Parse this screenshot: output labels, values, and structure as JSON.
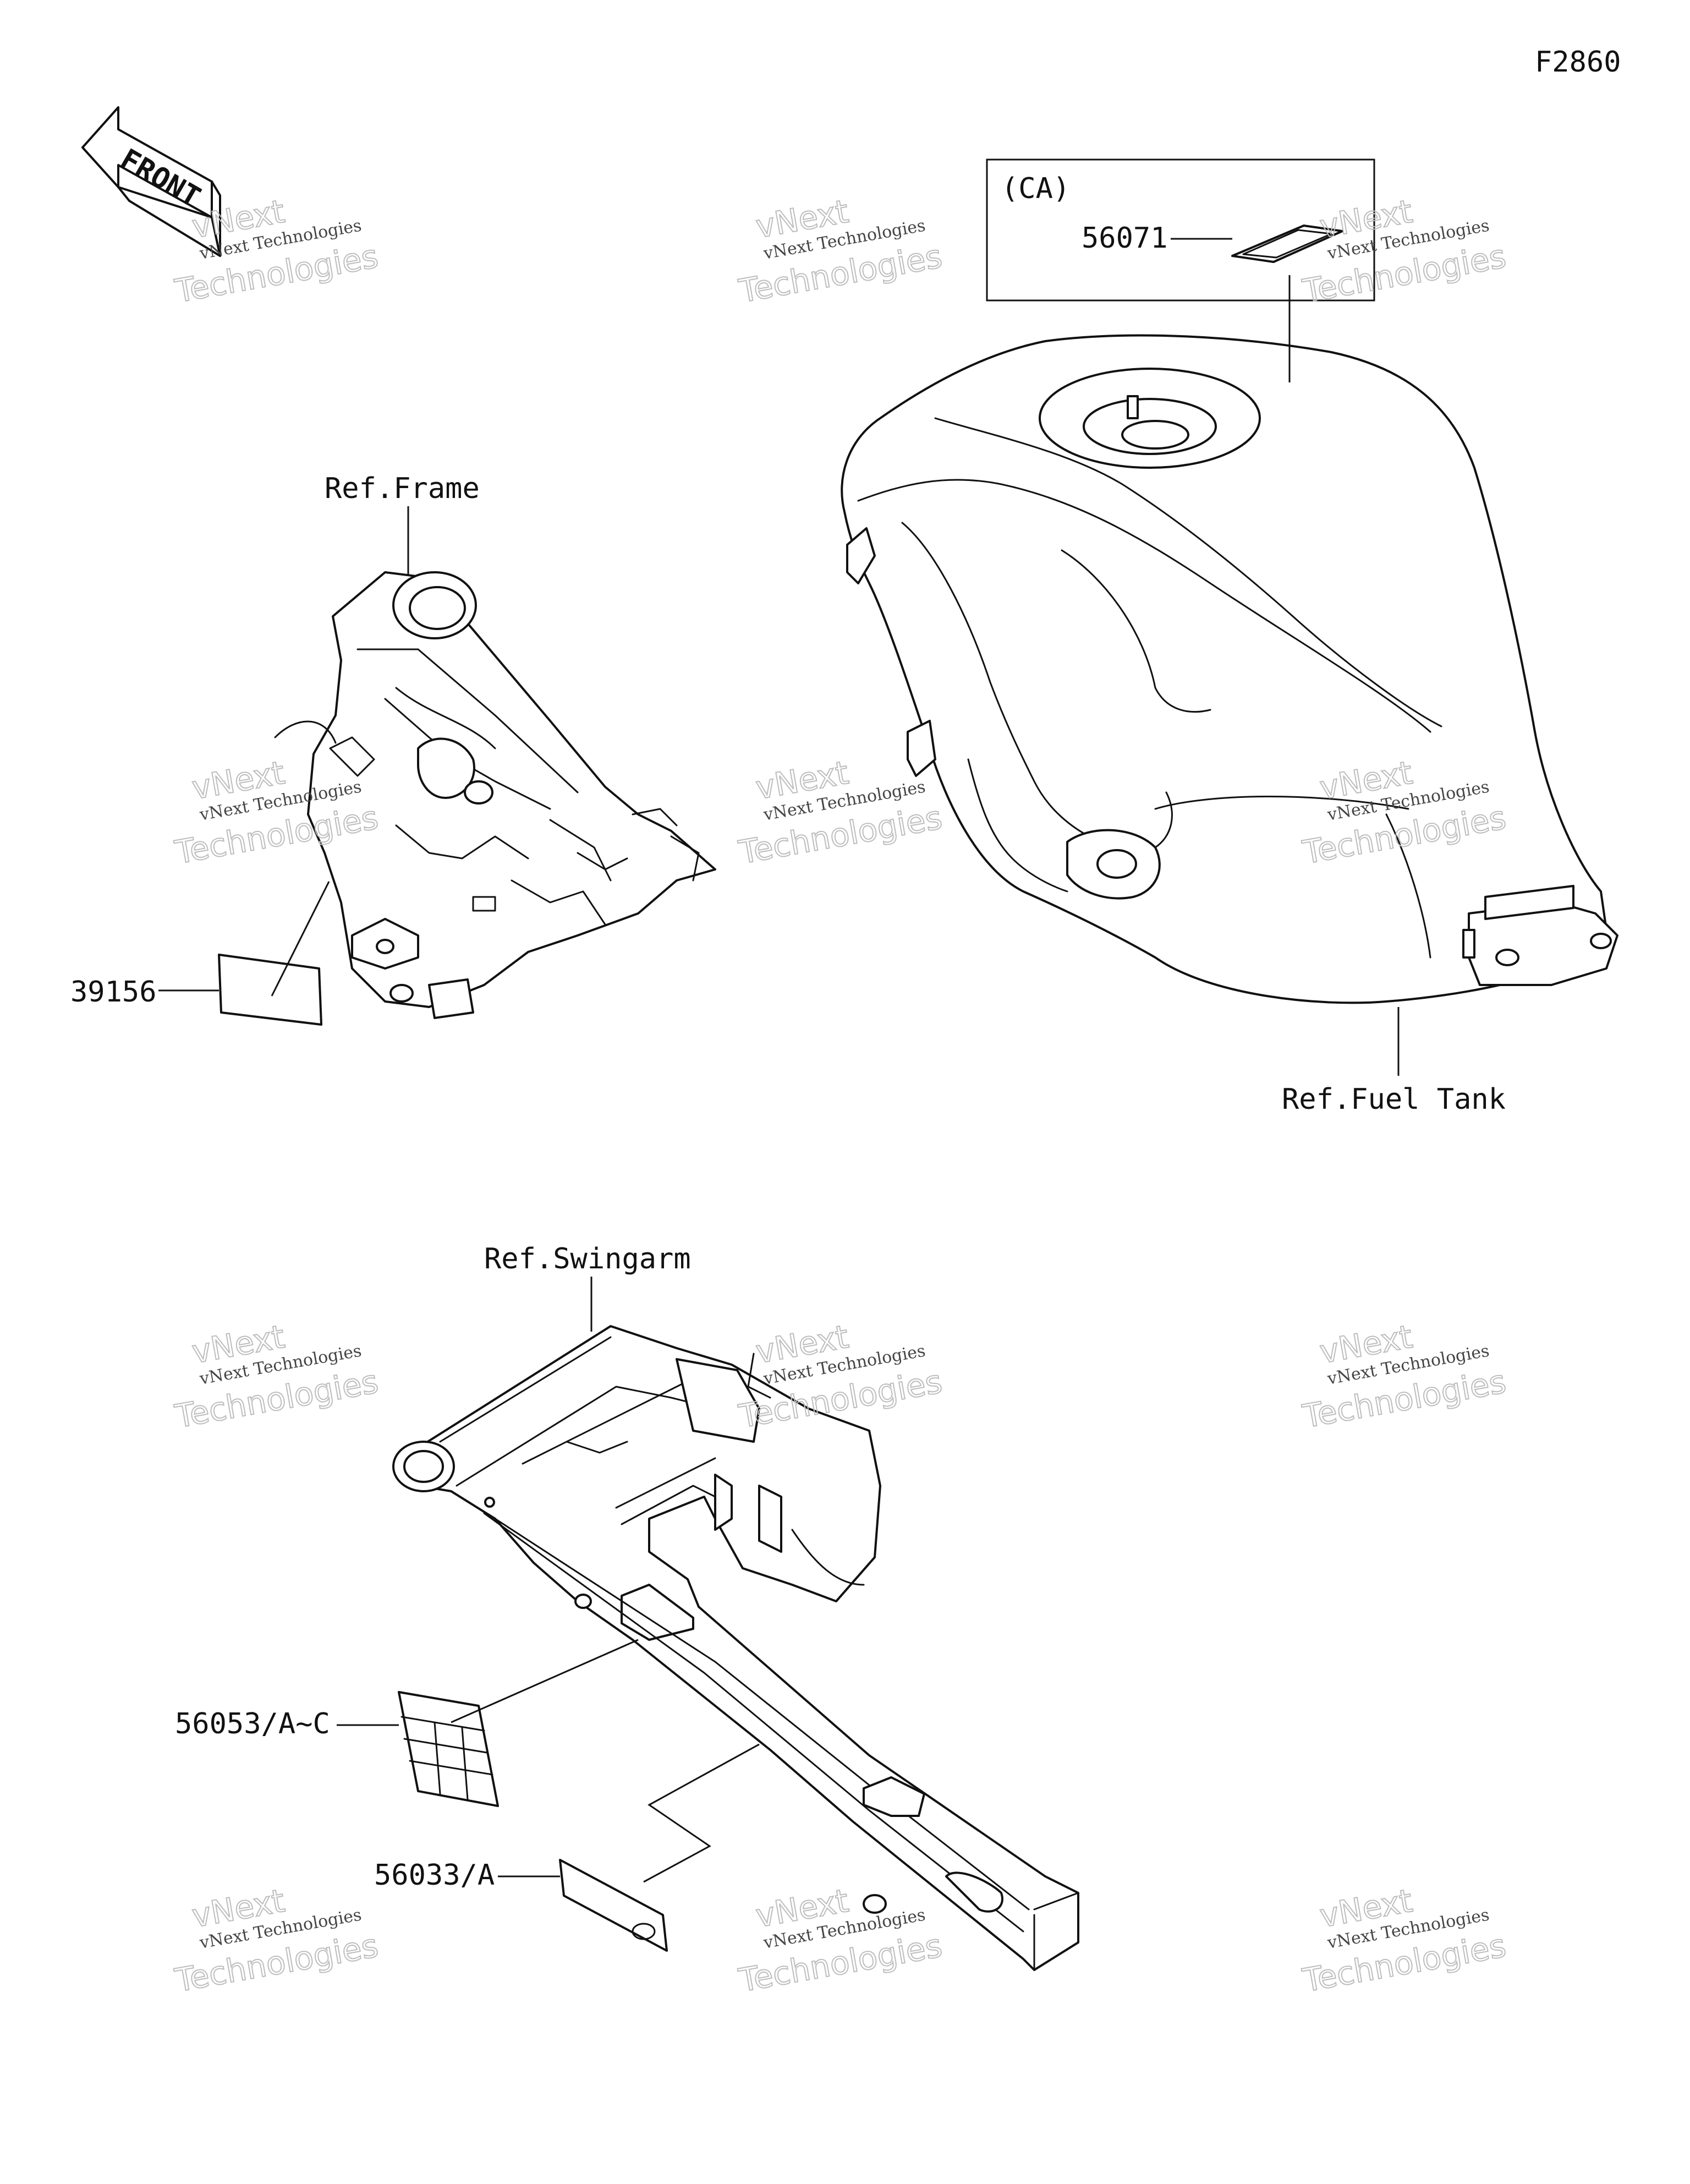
{
  "figure_code": "F2860",
  "front_label": "FRONT",
  "ca_box_label": "(CA)",
  "callouts": {
    "tank_label_part": "56071",
    "frame_label_part": "39156",
    "swingarm_label_a": "56053/A~C",
    "swingarm_label_b": "56033/A"
  },
  "references": {
    "frame": "Ref.Frame",
    "fuel_tank": "Ref.Fuel Tank",
    "swingarm": "Ref.Swingarm"
  },
  "watermark": {
    "line1": "vNext Technologies",
    "line2": "Technologies",
    "line3": "vNext"
  }
}
